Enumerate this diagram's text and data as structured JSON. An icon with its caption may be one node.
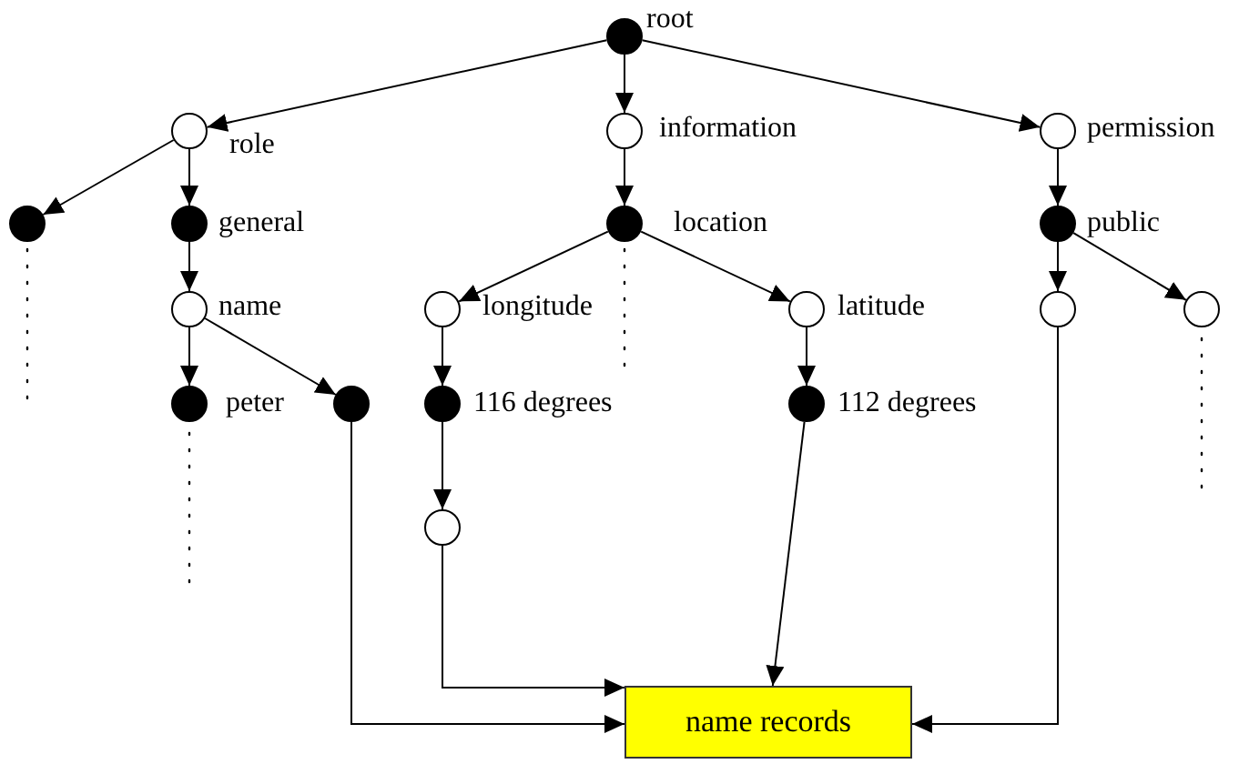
{
  "diagram": {
    "nodes": [
      {
        "text": [],
        "shape": "dot",
        "beside": [
          "root"
        ]
      },
      {
        "text": [],
        "shape": "circle",
        "beside": [
          "role"
        ]
      },
      {
        "text": [],
        "shape": "circle",
        "beside": [
          "information"
        ]
      },
      {
        "text": [],
        "shape": "circle",
        "beside": [
          "permission"
        ]
      },
      {
        "text": [],
        "shape": "dot"
      },
      {
        "text": [],
        "shape": "dot",
        "beside": [
          "general"
        ]
      },
      {
        "text": [],
        "shape": "dot",
        "beside": [
          "location"
        ]
      },
      {
        "text": [],
        "shape": "dot",
        "beside": [
          "public"
        ]
      },
      {
        "text": [],
        "shape": "circle",
        "beside": [
          "name"
        ]
      },
      {
        "text": [],
        "shape": "circle",
        "beside": [
          "longitude"
        ]
      },
      {
        "text": [],
        "shape": "circle",
        "beside": [
          "latitude"
        ]
      },
      {
        "text": [],
        "shape": "circle"
      },
      {
        "text": [],
        "shape": "circle"
      },
      {
        "text": [],
        "shape": "dot",
        "beside": [
          "peter"
        ]
      },
      {
        "text": [],
        "shape": "dot"
      },
      {
        "text": [],
        "shape": "dot",
        "beside": [
          "116 degrees"
        ]
      },
      {
        "text": [],
        "shape": "dot",
        "beside": [
          "112 degrees"
        ]
      },
      {
        "text": [],
        "shape": "circle"
      },
      {
        "text": [
          "name records"
        ]
      }
    ],
    "edges": [
      {
        "from": 0,
        "to": 1,
        "arrow": "to"
      },
      {
        "from": 0,
        "to": 2,
        "arrow": "to"
      },
      {
        "from": 0,
        "to": 3,
        "arrow": "to"
      },
      {
        "from": 1,
        "to": 4,
        "arrow": "to"
      },
      {
        "from": 1,
        "to": 5,
        "arrow": "to"
      },
      {
        "from": 2,
        "to": 6,
        "arrow": "to"
      },
      {
        "from": 3,
        "to": 7,
        "arrow": "to"
      },
      {
        "from": 5,
        "to": 8,
        "arrow": "to"
      },
      {
        "from": 6,
        "to": 9,
        "arrow": "to"
      },
      {
        "from": 6,
        "to": 10,
        "arrow": "to"
      },
      {
        "from": 7,
        "to": 11,
        "arrow": "to"
      },
      {
        "from": 7,
        "to": 12,
        "arrow": "to"
      },
      {
        "from": 8,
        "to": 13,
        "arrow": "to"
      },
      {
        "from": 8,
        "to": 14,
        "arrow": "to"
      },
      {
        "from": 9,
        "to": 15,
        "arrow": "to"
      },
      {
        "from": 10,
        "to": 16,
        "arrow": "to"
      },
      {
        "from": 15,
        "to": 17,
        "arrow": "to"
      },
      {
        "from": 17,
        "to": 18,
        "arrow": "to"
      },
      {
        "from": 14,
        "to": 18,
        "arrow": "to"
      },
      {
        "from": 16,
        "to": 18,
        "arrow": "to"
      },
      {
        "from": 11,
        "to": 18,
        "arrow": "to"
      }
    ]
  }
}
